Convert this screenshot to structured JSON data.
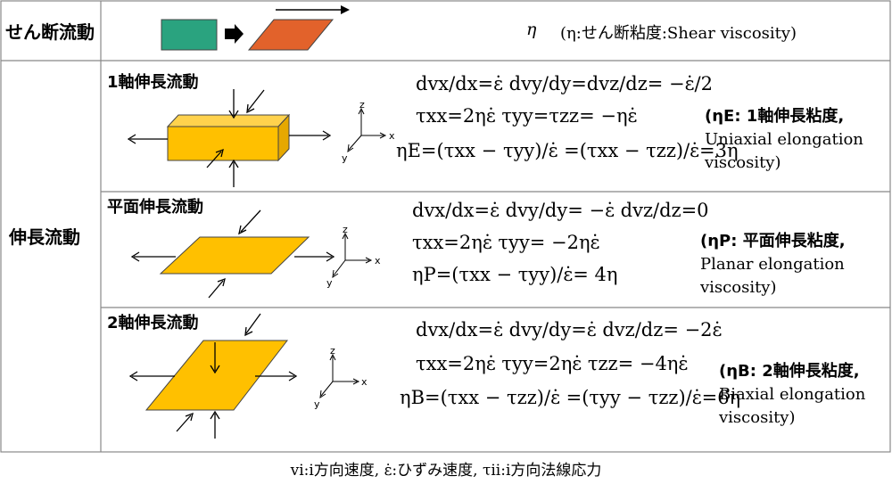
{
  "rows": {
    "shear": {
      "label": "せん断流動",
      "eta_symbol": "η",
      "definition": "(η:せん断粘度:Shear viscosity)"
    },
    "elongation": {
      "label": "伸長流動"
    }
  },
  "uniaxial": {
    "title": "1軸伸長流動",
    "eq1": "dvx/dx=ε̇   dvy/dy=dvz/dz= −ε̇/2",
    "eq2": "τxx=2ηε̇   τyy=τzz= −ηε̇",
    "eq3": "ηE=(τxx − τyy)/ε̇ =(τxx − τzz)/ε̇=3η",
    "note_line1": "(ηE: 1軸伸長粘度,",
    "note_line2": "Uniaxial elongation",
    "note_line3": "viscosity)"
  },
  "planar": {
    "title": "平面伸長流動",
    "eq1": "dvx/dx=ε̇   dvy/dy= −ε̇   dvz/dz=0",
    "eq2": "τxx=2ηε̇   τyy= −2ηε̇",
    "eq3": "ηP=(τxx − τyy)/ε̇= 4η",
    "note_line1": "(ηP: 平面伸長粘度,",
    "note_line2": "Planar elongation",
    "note_line3": "viscosity)"
  },
  "biaxial": {
    "title": "2軸伸長流動",
    "eq1": "dvx/dx=ε̇   dvy/dy=ε̇   dvz/dz= −2ε̇",
    "eq2": "τxx=2ηε̇   τyy=2ηε̇   τzz= −4ηε̇",
    "eq3": "ηB=(τxx − τzz)/ε̇ =(τyy − τzz)/ε̇=6η",
    "note_line1": "(ηB: 2軸伸長粘度,",
    "note_line2": "Biaxial elongation",
    "note_line3": "viscosity)"
  },
  "axes": {
    "x": "x",
    "y": "y",
    "z": "z"
  },
  "footer": "vi:i方向速度, ε̇:ひずみ速度, τii:i方向法線応力",
  "colors": {
    "green": "#2aa37f",
    "orange": "#e2622b",
    "yellow": "#ffc000",
    "yellow_dark": "#e6a800"
  }
}
